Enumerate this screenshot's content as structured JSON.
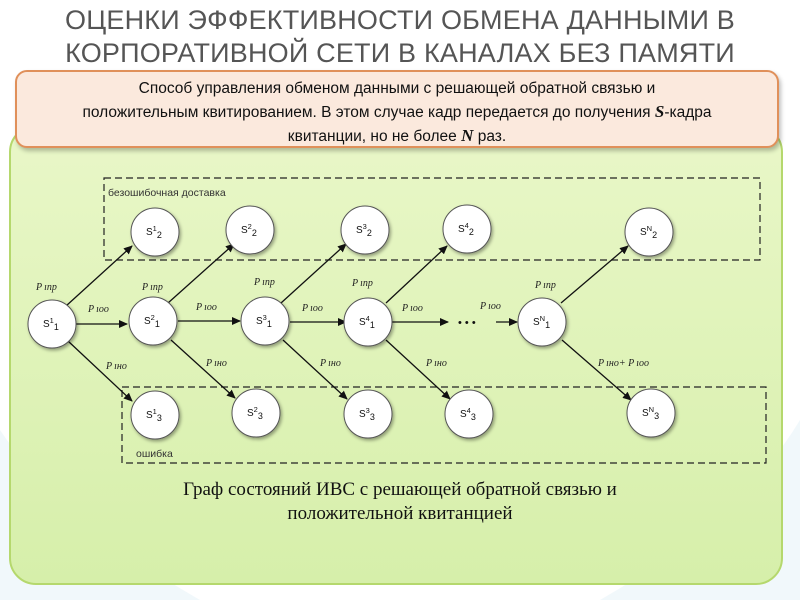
{
  "title": {
    "line1": "ОЦЕНКИ ЭФФЕКТИВНОСТИ ОБМЕНА ДАННЫМИ В",
    "line2": "КОРПОРАТИВНОЙ СЕТИ В КАНАЛАХ БЕЗ ПАМЯТИ"
  },
  "callout": {
    "line1": "Способ управления обменом данными с решающей обратной связью и",
    "line2_a": "положительным квитированием. В этом случае кадр передается до получения ",
    "line2_s": "S",
    "line2_b": "-кадра",
    "line3_a": "квитанции, но не более ",
    "line3_n": "N",
    "line3_b": " раз."
  },
  "groups": {
    "success": "безошибочная доставка",
    "error": "ошибка"
  },
  "nodes": {
    "s11": {
      "base": "S",
      "sup": "1",
      "sub": "1"
    },
    "s21": {
      "base": "S",
      "sup": "2",
      "sub": "1"
    },
    "s31": {
      "base": "S",
      "sup": "3",
      "sub": "1"
    },
    "s41": {
      "base": "S",
      "sup": "4",
      "sub": "1"
    },
    "sn1": {
      "base": "S",
      "sup": "N",
      "sub": "1"
    },
    "s12": {
      "base": "S",
      "sup": "1",
      "sub": "2"
    },
    "s22": {
      "base": "S",
      "sup": "2",
      "sub": "2"
    },
    "s32": {
      "base": "S",
      "sup": "3",
      "sub": "2"
    },
    "s42": {
      "base": "S",
      "sup": "4",
      "sub": "2"
    },
    "sn2": {
      "base": "S",
      "sup": "N",
      "sub": "2"
    },
    "s13": {
      "base": "S",
      "sup": "1",
      "sub": "3"
    },
    "s23": {
      "base": "S",
      "sup": "2",
      "sub": "3"
    },
    "s33": {
      "base": "S",
      "sup": "3",
      "sub": "3"
    },
    "s43": {
      "base": "S",
      "sup": "4",
      "sub": "3"
    },
    "sn3": {
      "base": "S",
      "sup": "N",
      "sub": "3"
    }
  },
  "edge_labels": {
    "p_pr": "P ıпр",
    "p_oo": "P ıоо",
    "p_no": "P ıно",
    "p_last": "P ıно+ P ıоо"
  },
  "ellipsis": "• • •",
  "caption": {
    "line1": "Граф состояний ИВС с решающей обратной связью и",
    "line2": "положительной квитанцией"
  },
  "colors": {
    "panel_fill": "#def3b6",
    "panel_border": "#b5d86d",
    "callout_fill": "#fbe9dd",
    "callout_border": "#e0905a",
    "node_fill": "#ffffff"
  }
}
